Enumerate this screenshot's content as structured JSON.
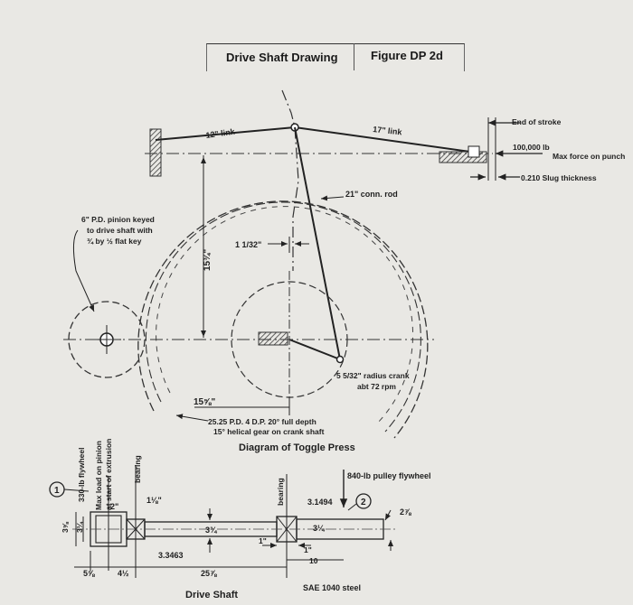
{
  "header": {
    "drawing_title": "Drive Shaft Drawing",
    "figure_label": "Figure DP 2d"
  },
  "toggle_press": {
    "link_left": "12\" link",
    "link_right": "17\" link",
    "end_of_stroke": "End of stroke",
    "force_value": "100,000 lb",
    "max_force": "Max force on punch",
    "slug": "0.210 Slug thickness",
    "conn_rod": "21\" conn. rod",
    "pinion_note": [
      "6\" P.D. pinion keyed",
      "to drive shaft with",
      "¾ by ½ flat key"
    ],
    "dim_height": "15¾\"",
    "offset_small": "1 1/32\"",
    "crank_radius": "5 5/32\" radius crank",
    "crank_speed": "abt 72 rpm",
    "dim_bottom": "15⅝\"",
    "gear_spec": [
      "25.25 P.D. 4 D.P. 20° full depth",
      "15° helical gear on crank shaft"
    ],
    "diagram_title": "Diagram of Toggle Press"
  },
  "shaft": {
    "left_labels": [
      "330-lb flywheel",
      "Max load on pinion",
      "at start of extrusion",
      "bearing"
    ],
    "bearing_right": "bearing",
    "pulley_label": "840-lb pulley flywheel",
    "callout_1": "1",
    "callout_2": "2",
    "dims": {
      "d_2": "2\"",
      "d_1_1_8": "1⅛\"",
      "d_3_3_4": "3¾",
      "d_3_3463": "3.3463",
      "d_25_7_8": "25⅞",
      "d_5_5_8": "5⅝",
      "d_4_1_2": "4½",
      "d_3_5_8": "3⅝",
      "d_3_1_4": "3¼",
      "d_3_1494": "3.1494",
      "d_3_1_4_b": "3¼",
      "d_1_a": "1\"",
      "d_1_b": "1\"",
      "d_10": "10",
      "d_2_7_8": "2⅞"
    },
    "title": "Drive Shaft",
    "material": "SAE 1040 steel"
  }
}
